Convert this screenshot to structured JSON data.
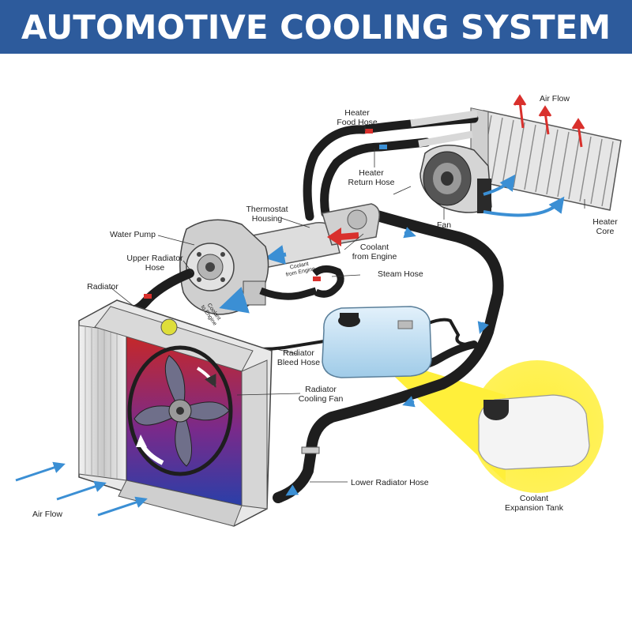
{
  "title": "AUTOMOTIVE COOLING SYSTEM",
  "colors": {
    "banner": "#2d5b9c",
    "hose": "#1e1e1e",
    "coolant_arrow": "#3b8fd4",
    "hot_arrow": "#d9302c",
    "radiator_hot": "#c62828",
    "radiator_cold": "#2a3fa8",
    "highlight": "#ffef3a"
  },
  "labels": {
    "heater_feed_hose": [
      "Heater",
      "Food Hose"
    ],
    "air_flow_top": "Air Flow",
    "heater_return_hose": [
      "Heater",
      "Return Hose"
    ],
    "thermostat_housing": [
      "Thermostat",
      "Housing"
    ],
    "fan": "Fan",
    "heater_core": [
      "Heater",
      "Core"
    ],
    "water_pump": "Water Pump",
    "coolant_from_engine": [
      "Coolant",
      "from Engine"
    ],
    "upper_radiator_hose": [
      "Upper Radiator",
      "Hose"
    ],
    "steam_hose": "Steam Hose",
    "radiator": "Radiator",
    "radiator_bleed_hose": [
      "Radiator",
      "Bleed Hose"
    ],
    "radiator_cooling_fan": [
      "Radiator",
      "Cooling Fan"
    ],
    "lower_radiator_hose": "Lower Radiator Hose",
    "air_flow_bottom": "Air Flow",
    "coolant_expansion_tank": [
      "Coolant",
      "Expansion Tank"
    ],
    "small_coolant_from_engine": [
      "Coolant",
      "from Engine"
    ],
    "small_coolant_to_engine": [
      "Coolant",
      "to Engine"
    ]
  },
  "icons": {
    "air_flow_arrows": "arrow-icon",
    "coolant_flow_arrows": "arrow-icon",
    "radiator_cap": "cap-icon"
  }
}
